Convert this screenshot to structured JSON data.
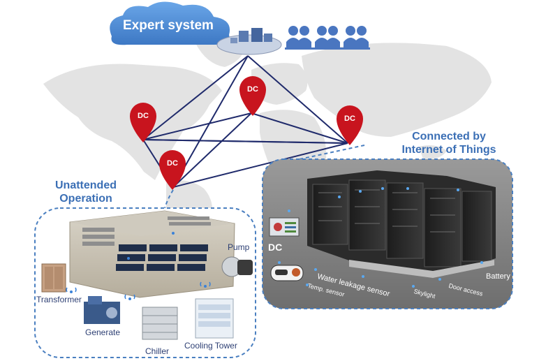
{
  "cloud": {
    "label": "Expert system"
  },
  "pins": {
    "label": "DC"
  },
  "left_panel": {
    "title_line1": "Unattended",
    "title_line2": "Operation",
    "labels": {
      "pump": "Pump",
      "transformer": "Transformer",
      "generate": "Generate",
      "chiller": "Chiller",
      "cooling_tower": "Cooling Tower"
    }
  },
  "right_panel": {
    "title_line1": "Connected by",
    "title_line2": "Internet of Things",
    "dc_label": "DC",
    "labels": {
      "water_leakage": "Water leakage sensor",
      "temp": "Temp. sensor",
      "skylight": "Skylight",
      "door_access": "Door access",
      "battery": "Battery"
    }
  },
  "colors": {
    "title_blue": "#3b6fb5",
    "pin_red": "#c8141e",
    "line_navy": "#1f2a6b",
    "dashed_border": "#4a7fc0",
    "cloud_blue": "#4a86d0",
    "map_gray": "#e3e3e3"
  }
}
